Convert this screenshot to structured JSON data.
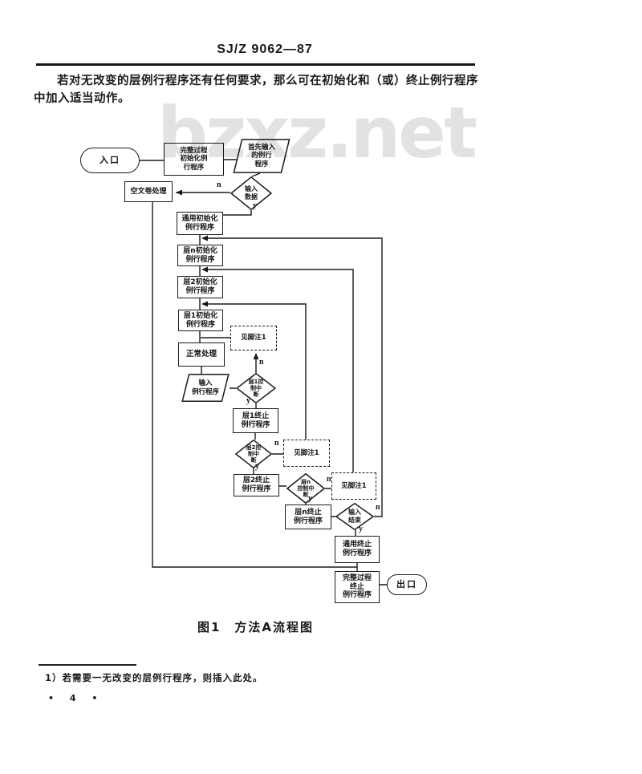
{
  "page": {
    "standard_number": "SJ/Z 9062—87",
    "paragraph": "若对无改变的层例行程序还有任何要求，那么可在初始化和（或）终止例行程序中加入适当动作。",
    "watermark": "bzxz.net",
    "figure_caption": "图1　方法A流程图",
    "footnote": "1）若需要一无改变的层例行程序，则插入此处。",
    "page_number": "• 4 •"
  },
  "colors": {
    "ink": "#1a1a1a",
    "watermark_gray": "#e2e2e2",
    "paper": "#ffffff"
  },
  "flowchart": {
    "nodes": {
      "entry": {
        "shape": "oval",
        "label": "入口"
      },
      "init_complete": {
        "shape": "rect",
        "label": "完整过程\n初始化例\n行程序"
      },
      "first_input": {
        "shape": "parallelogram",
        "label": "首先输入\n的例行\n程序"
      },
      "empty_file": {
        "shape": "rect",
        "label": "空文卷处理"
      },
      "input_data": {
        "shape": "diamond",
        "label": "输入\n数据"
      },
      "general_init": {
        "shape": "rect",
        "label": "通用初始化\n例行程序"
      },
      "layer_n_init": {
        "shape": "rect",
        "label": "层n初始化\n例行程序"
      },
      "layer_2_init": {
        "shape": "rect",
        "label": "层2初始化\n例行程序"
      },
      "layer_1_init": {
        "shape": "rect",
        "label": "层1初始化\n例行程序"
      },
      "normal_processing": {
        "shape": "rect",
        "label": "正常处理"
      },
      "see_footnote_1a": {
        "shape": "dashed-rect",
        "label": "见脚注1"
      },
      "input_routine": {
        "shape": "parallelogram",
        "label": "输入\n例行程序"
      },
      "layer_1_break": {
        "shape": "diamond",
        "label": "层1控\n制中\n断"
      },
      "layer_1_term": {
        "shape": "rect",
        "label": "层1终止\n例行程序"
      },
      "layer_2_break": {
        "shape": "diamond",
        "label": "层2控\n制中\n断"
      },
      "see_footnote_1b": {
        "shape": "dashed-rect",
        "label": "见脚注1"
      },
      "layer_2_term": {
        "shape": "rect",
        "label": "层2终止\n例行程序"
      },
      "layer_n_break": {
        "shape": "diamond",
        "label": "层n\n控制中\n断"
      },
      "see_footnote_1c": {
        "shape": "dashed-rect",
        "label": "见脚注1"
      },
      "layer_n_term": {
        "shape": "rect",
        "label": "层n终止\n例行程序"
      },
      "input_end": {
        "shape": "diamond",
        "label": "输入\n结束"
      },
      "general_term": {
        "shape": "rect",
        "label": "通用终止\n例行程序"
      },
      "complete_term": {
        "shape": "rect",
        "label": "完整过程\n终止\n例行程序"
      },
      "exit": {
        "shape": "oval",
        "label": "出口"
      }
    },
    "edge_labels": [
      "n",
      "y",
      "n",
      "y",
      "n",
      "y",
      "n",
      "y",
      "n",
      "y"
    ]
  }
}
